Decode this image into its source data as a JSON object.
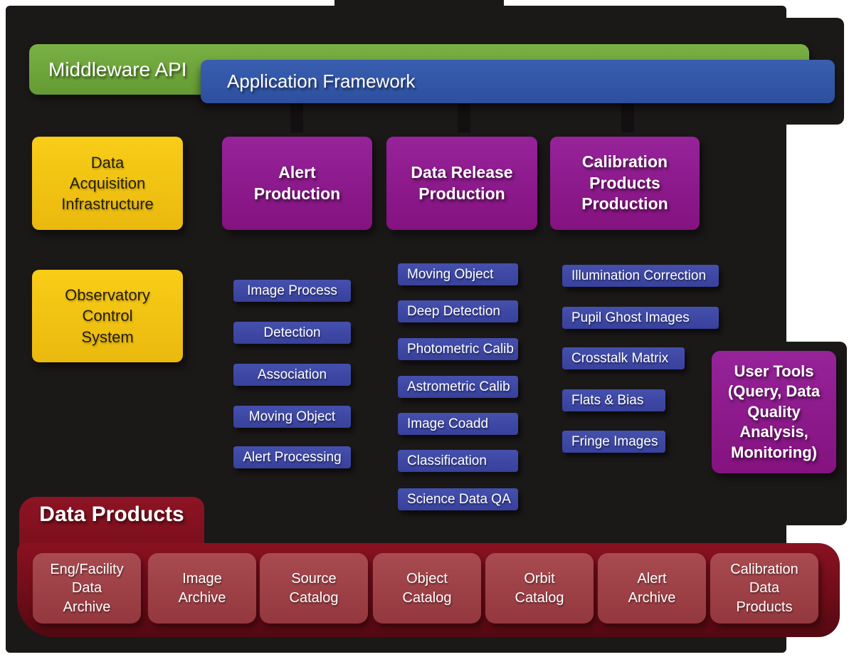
{
  "colors": {
    "backdrop": "#1b1818",
    "middleware_green": "#6ea73c",
    "framework_blue": "#3357a9",
    "infrastructure_yellow": "#f2c413",
    "production_purple": "#8d1a8f",
    "step_blue": "#3a44a0",
    "data_products_red": "#7c0f1c",
    "data_products_item_red": "#9d4247"
  },
  "middleware_bar": {
    "label": "Middleware API"
  },
  "framework_bar": {
    "label": "Application Framework"
  },
  "infrastructure": {
    "data_acquisition": "Data\nAcquisition\nInfrastructure",
    "observatory_control": "Observatory\nControl\nSystem"
  },
  "pipelines": [
    {
      "title": "Alert\nProduction",
      "items": [
        "Image Process",
        "Detection",
        "Association",
        "Moving Object",
        "Alert Processing"
      ]
    },
    {
      "title": "Data Release\nProduction",
      "items": [
        "Moving Object",
        "Deep Detection",
        "Photometric Calib",
        "Astrometric Calib",
        "Image Coadd",
        "Classification",
        "Science Data QA"
      ]
    },
    {
      "title": "Calibration\nProducts\nProduction",
      "items": [
        "Illumination Correction",
        "Pupil Ghost Images",
        "Crosstalk Matrix",
        "Flats & Bias",
        "Fringe Images"
      ]
    }
  ],
  "user_tools": {
    "label": "User Tools\n(Query, Data\nQuality\nAnalysis,\nMonitoring)"
  },
  "data_products": {
    "title": "Data Products",
    "items": [
      "Eng/Facility\nData\nArchive",
      "Image\nArchive",
      "Source\nCatalog",
      "Object\nCatalog",
      "Orbit\nCatalog",
      "Alert\nArchive",
      "Calibration\nData\nProducts"
    ]
  }
}
